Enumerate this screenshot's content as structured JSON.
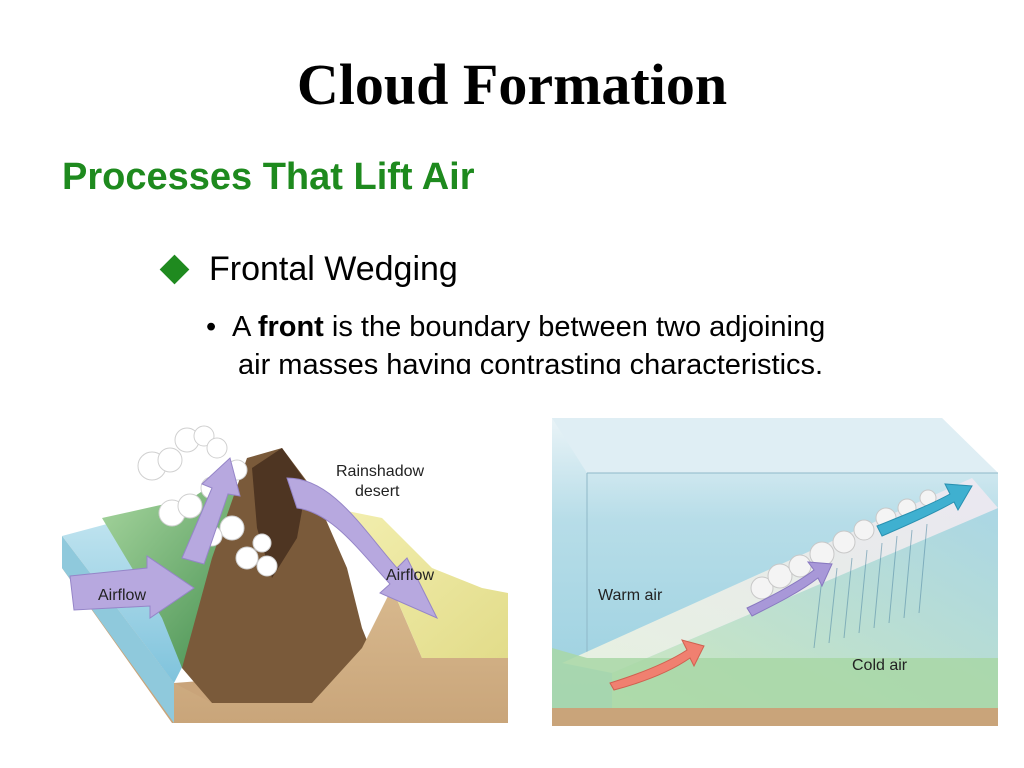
{
  "slide": {
    "title": "Cloud Formation",
    "subtitle": "Processes That Lift Air",
    "bullet_level1": "Frontal Wedging",
    "bullet_level2": {
      "prefix": "A",
      "term": "front",
      "line1_rest": "is the boundary between two adjoining",
      "line2": "air masses having contrasting characteristics."
    }
  },
  "diagram_left": {
    "label_rainshadow_line1": "Rainshadow",
    "label_rainshadow_line2": "desert",
    "label_airflow_left": "Airflow",
    "label_airflow_right": "Airflow"
  },
  "diagram_right": {
    "label_warm_air": "Warm air",
    "label_cold_air": "Cold air"
  },
  "colors": {
    "title": "#000000",
    "subtitle": "#1e8a1e",
    "bullet_diamond": "#1f8a1f"
  }
}
